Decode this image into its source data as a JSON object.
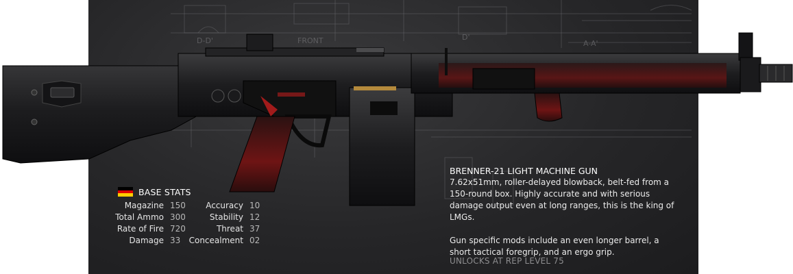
{
  "weapon": {
    "name": "BRENNER-21 LIGHT MACHINE GUN",
    "description_1": "7.62x51mm, roller-delayed blowback, belt-fed from a 150-round box. Highly accurate and with serious damage output even at long ranges, this is the king of LMGs.",
    "description_2": "Gun specific mods include an even longer barrel, a short tactical foregrip, and an ergo grip.",
    "unlock_text": "UNLOCKS AT REP LEVEL 75",
    "flag_icon": "germany-flag-icon",
    "flag_colors": [
      "#000000",
      "#dd0000",
      "#ffce00"
    ]
  },
  "stats": {
    "header": "BASE STATS",
    "left": [
      {
        "label": "Magazine",
        "value": "150"
      },
      {
        "label": "Total Ammo",
        "value": "300"
      },
      {
        "label": "Rate of Fire",
        "value": "720"
      },
      {
        "label": "Damage",
        "value": "33"
      }
    ],
    "right": [
      {
        "label": "Accuracy",
        "value": "10"
      },
      {
        "label": "Stability",
        "value": "12"
      },
      {
        "label": "Threat",
        "value": "37"
      },
      {
        "label": "Concealment",
        "value": "02"
      }
    ]
  },
  "blueprint_labels": {
    "view_d": "D-D'",
    "front": "FRONT",
    "view_d2": "D'",
    "view_a": "A-A'"
  },
  "colors": {
    "panel_bg": "#262628",
    "text_primary": "#ffffff",
    "text_secondary": "#b9b9b9",
    "accent_red": "#a11b1b"
  }
}
